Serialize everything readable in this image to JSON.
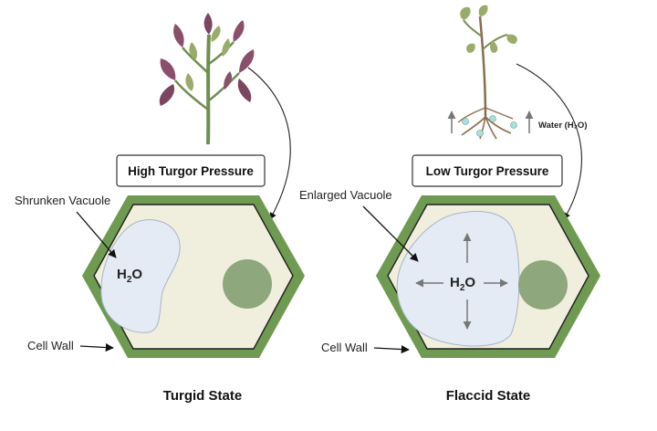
{
  "diagram": {
    "left_panel": {
      "box_label": "High Turgor Pressure",
      "vacuole_label": "Shrunken Vacuole",
      "wall_label": "Cell Wall",
      "h2o_main": "H",
      "h2o_sub": "2",
      "h2o_end": "O",
      "state_label": "Turgid State"
    },
    "right_panel": {
      "box_label": "Low Turgor Pressure",
      "vacuole_label": "Enlarged Vacuole",
      "wall_label": "Cell Wall",
      "h2o_main": "H",
      "h2o_sub": "2",
      "h2o_end": "O",
      "state_label": "Flaccid State",
      "water_label": "Water (H₂O)"
    },
    "colors": {
      "cell_wall": "#6e9b51",
      "cytoplasm": "#f0eedd",
      "vacuole": "#e4ebf5",
      "nucleus": "#8ea77c",
      "leaf_purple": "#8a4f6a",
      "leaf_green": "#9aac6a",
      "water_drop": "#a9e0d9"
    }
  }
}
